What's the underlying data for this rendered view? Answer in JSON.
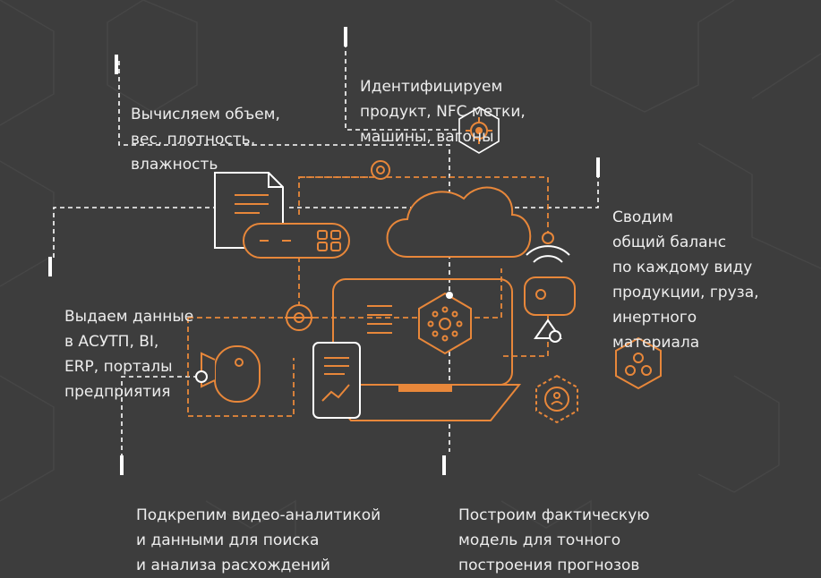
{
  "captions": {
    "volume": "Вычисляем объем,\nвес, плотность,\nвлажность",
    "identify": "Идентифицируем\nпродукт, NFC метки,\nмашины, вагоны",
    "balance": "Сводим\nобщий баланс\nпо каждому виду\nпродукции, груза,\nинертного\nматериала",
    "data": "Выдаем данные\nв АСУТП, BI,\nERP, порталы\nпредприятия",
    "video": "Подкрепим видео-аналитикой\nи данными для поиска\nи анализа расхождений",
    "model": "Построим фактическую\nмодель для точного\nпостроения прогнозов"
  },
  "colors": {
    "background": "#3d3d3d",
    "accent": "#e8873a",
    "line": "#ffffff",
    "hex_bg": "#474747"
  },
  "icons": {
    "document": "document-icon",
    "server": "server-icon",
    "cloud": "cloud-icon",
    "monitor": "monitor-icon",
    "tablet": "tablet-chart-icon",
    "camera": "camera-icon",
    "target": "target-icon",
    "network": "network-hub-icon",
    "projector": "projector-icon",
    "wifi": "wifi-icon",
    "nodes": "nodes-hexagon-icon",
    "user_cycle": "user-cycle-icon"
  }
}
